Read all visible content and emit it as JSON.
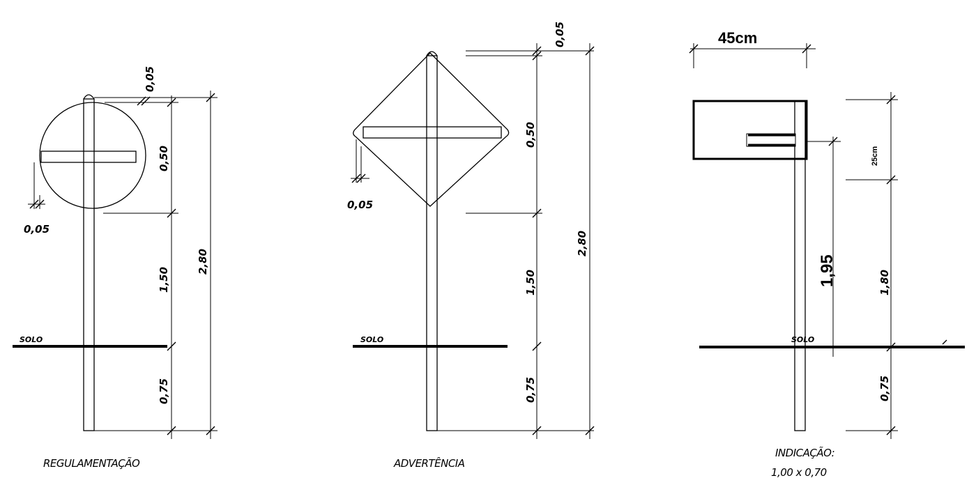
{
  "signs": {
    "regulamentacao": {
      "caption": "REGULAMENTAÇÃO",
      "dim_offset": "0,05",
      "dim_plate": "0,50",
      "dim_height": "1,50",
      "dim_buried": "0,75",
      "dim_total": "2,80",
      "dim_edge": "0,05",
      "ground_label": "SOLO"
    },
    "advertencia": {
      "caption": "ADVERTÊNCIA",
      "dim_offset": "0,05",
      "dim_plate": "0,50",
      "dim_height": "1,50",
      "dim_buried": "0,75",
      "dim_total": "2,80",
      "dim_edge": "0,05",
      "ground_label": "SOLO"
    },
    "indicacao": {
      "caption": "INDICAÇÃO:",
      "caption_size": "1,00 x 0,70",
      "dim_width": "45cm",
      "dim_plate": "25cm",
      "dim_clearance": "1,95",
      "dim_height": "1,80",
      "dim_buried": "0,75",
      "ground_label": "SOLO"
    }
  }
}
